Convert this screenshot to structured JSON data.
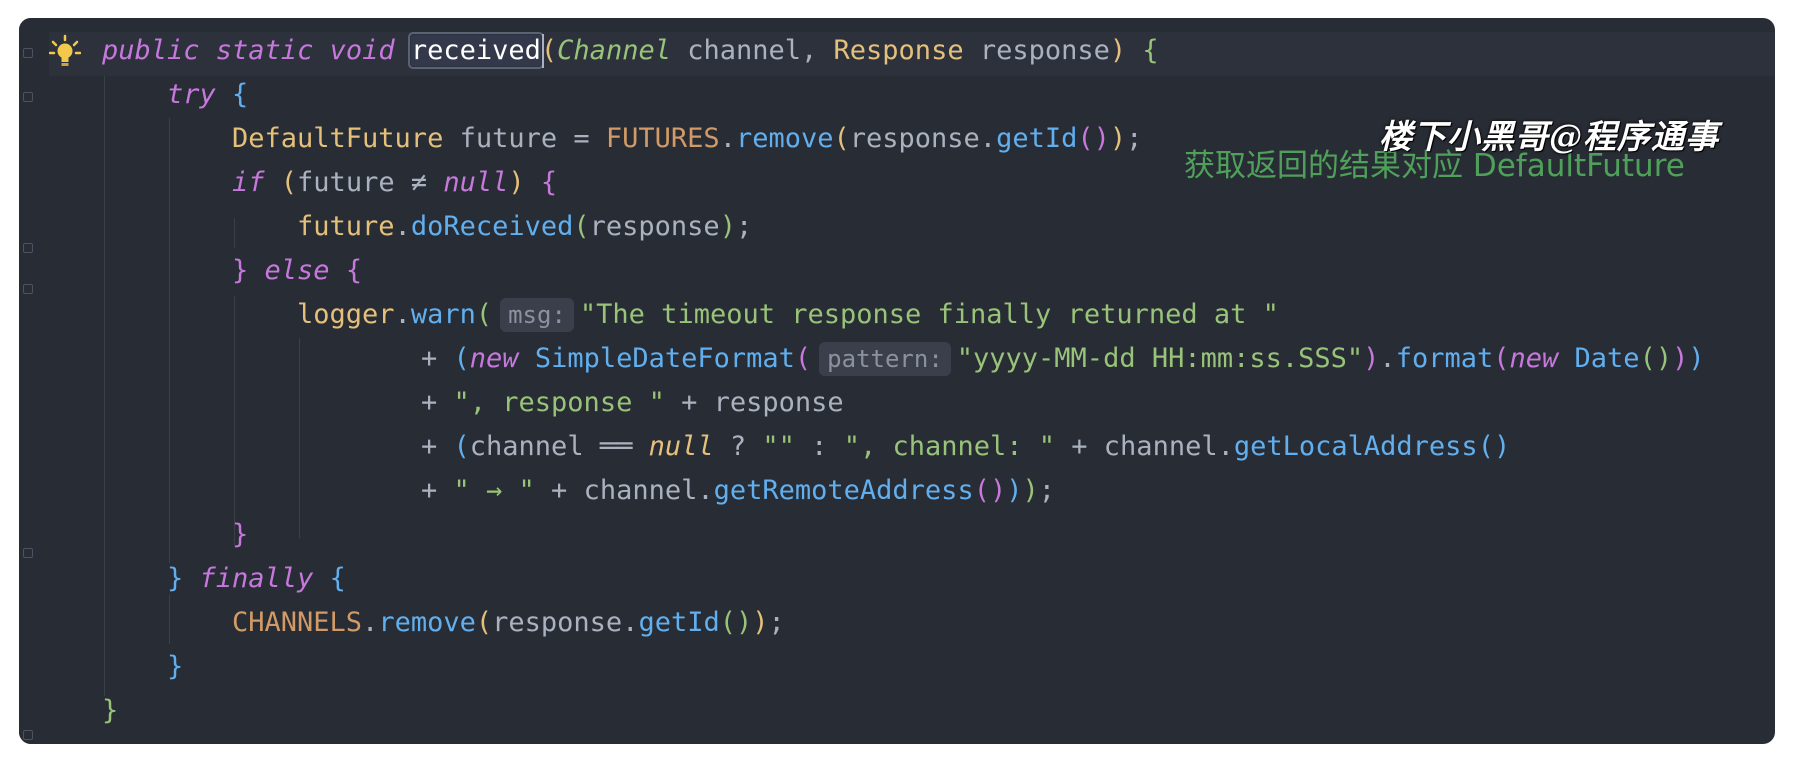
{
  "lines": [
    {
      "tokens": [
        {
          "t": "public static void ",
          "c": "#c678dd",
          "i": true
        },
        {
          "t": "received",
          "c": "#ffffff",
          "sel": true
        },
        {
          "t": "(",
          "c": "#e5c07b"
        },
        {
          "t": "Channel",
          "c": "#98c379",
          "i": true
        },
        {
          "t": " channel, ",
          "c": "#abb2bf"
        },
        {
          "t": "Response",
          "c": "#e5c07b"
        },
        {
          "t": " response",
          "c": "#abb2bf"
        },
        {
          "t": ")",
          "c": "#e5c07b"
        },
        {
          "t": " {",
          "c": "#98c379"
        }
      ]
    },
    {
      "tokens": [
        {
          "t": "try",
          "c": "#c678dd",
          "i": true
        },
        {
          "t": " {",
          "c": "#61afef"
        }
      ]
    },
    {
      "tokens": [
        {
          "t": "DefaultFuture",
          "c": "#e5c07b"
        },
        {
          "t": " future = ",
          "c": "#abb2bf"
        },
        {
          "t": "FUTURES",
          "c": "#d19a66"
        },
        {
          "t": ".",
          "c": "#abb2bf"
        },
        {
          "t": "remove",
          "c": "#61afef"
        },
        {
          "t": "(",
          "c": "#e5c07b"
        },
        {
          "t": "response.",
          "c": "#abb2bf"
        },
        {
          "t": "getId",
          "c": "#61afef"
        },
        {
          "t": "()",
          "c": "#c678dd"
        },
        {
          "t": ")",
          "c": "#e5c07b"
        },
        {
          "t": ";",
          "c": "#abb2bf"
        }
      ]
    },
    {
      "tokens": [
        {
          "t": "if",
          "c": "#c678dd",
          "i": true
        },
        {
          "t": " ",
          "c": "#abb2bf"
        },
        {
          "t": "(",
          "c": "#e5c07b"
        },
        {
          "t": "future ≠ ",
          "c": "#abb2bf"
        },
        {
          "t": "null",
          "c": "#c678dd",
          "i": true
        },
        {
          "t": ")",
          "c": "#e5c07b"
        },
        {
          "t": " {",
          "c": "#c678dd"
        }
      ]
    },
    {
      "tokens": [
        {
          "t": "future",
          "c": "#e5c07b"
        },
        {
          "t": ".",
          "c": "#abb2bf"
        },
        {
          "t": "doReceived",
          "c": "#61afef"
        },
        {
          "t": "(",
          "c": "#98c379"
        },
        {
          "t": "response",
          "c": "#abb2bf"
        },
        {
          "t": ")",
          "c": "#98c379"
        },
        {
          "t": ";",
          "c": "#abb2bf"
        }
      ]
    },
    {
      "tokens": [
        {
          "t": "}",
          "c": "#c678dd"
        },
        {
          "t": " ",
          "c": "#abb2bf"
        },
        {
          "t": "else",
          "c": "#c678dd",
          "i": true
        },
        {
          "t": " {",
          "c": "#c678dd"
        }
      ]
    },
    {
      "tokens": [
        {
          "t": "logger",
          "c": "#e5c07b"
        },
        {
          "t": ".",
          "c": "#abb2bf"
        },
        {
          "t": "warn",
          "c": "#61afef"
        },
        {
          "t": "(",
          "c": "#98c379"
        },
        {
          "t": "msg:",
          "hint": true
        },
        {
          "t": "\"The timeout response finally returned at \"",
          "c": "#98c379"
        }
      ]
    },
    {
      "tokens": [
        {
          "t": "+ ",
          "c": "#abb2bf"
        },
        {
          "t": "(",
          "c": "#61afef"
        },
        {
          "t": "new",
          "c": "#c678dd",
          "i": true
        },
        {
          "t": " SimpleDateFormat",
          "c": "#61afef"
        },
        {
          "t": "(",
          "c": "#c678dd"
        },
        {
          "t": "pattern:",
          "hint": true
        },
        {
          "t": "\"yyyy-MM-dd HH:mm:ss.SSS\"",
          "c": "#98c379"
        },
        {
          "t": ")",
          "c": "#c678dd"
        },
        {
          "t": ".",
          "c": "#abb2bf"
        },
        {
          "t": "format",
          "c": "#61afef"
        },
        {
          "t": "(",
          "c": "#c678dd"
        },
        {
          "t": "new",
          "c": "#c678dd",
          "i": true
        },
        {
          "t": " Date",
          "c": "#61afef"
        },
        {
          "t": "()",
          "c": "#98c379"
        },
        {
          "t": ")",
          "c": "#c678dd"
        },
        {
          "t": ")",
          "c": "#61afef"
        }
      ]
    },
    {
      "tokens": [
        {
          "t": "+ ",
          "c": "#abb2bf"
        },
        {
          "t": "\", response \"",
          "c": "#98c379"
        },
        {
          "t": " + response",
          "c": "#abb2bf"
        }
      ]
    },
    {
      "tokens": [
        {
          "t": "+ ",
          "c": "#abb2bf"
        },
        {
          "t": "(",
          "c": "#61afef"
        },
        {
          "t": "channel ══ ",
          "c": "#abb2bf"
        },
        {
          "t": "null",
          "c": "#e5c07b",
          "i": true
        },
        {
          "t": " ? ",
          "c": "#abb2bf"
        },
        {
          "t": "\"\"",
          "c": "#98c379"
        },
        {
          "t": " : ",
          "c": "#abb2bf"
        },
        {
          "t": "\", channel: \"",
          "c": "#98c379"
        },
        {
          "t": " + channel.",
          "c": "#abb2bf"
        },
        {
          "t": "getLocalAddress",
          "c": "#61afef"
        },
        {
          "t": "()",
          "c": "#61afef"
        }
      ]
    },
    {
      "tokens": [
        {
          "t": "+ ",
          "c": "#abb2bf"
        },
        {
          "t": "\" → \"",
          "c": "#98c379"
        },
        {
          "t": " + channel.",
          "c": "#abb2bf"
        },
        {
          "t": "getRemoteAddress",
          "c": "#61afef"
        },
        {
          "t": "()",
          "c": "#c678dd"
        },
        {
          "t": ")",
          "c": "#61afef"
        },
        {
          "t": ")",
          "c": "#98c379"
        },
        {
          "t": ";",
          "c": "#abb2bf"
        }
      ]
    },
    {
      "tokens": [
        {
          "t": "}",
          "c": "#c678dd"
        }
      ]
    },
    {
      "tokens": [
        {
          "t": "}",
          "c": "#61afef"
        },
        {
          "t": " ",
          "c": "#abb2bf"
        },
        {
          "t": "finally",
          "c": "#c678dd",
          "i": true
        },
        {
          "t": " {",
          "c": "#61afef"
        }
      ]
    },
    {
      "tokens": [
        {
          "t": "CHANNELS",
          "c": "#d19a66"
        },
        {
          "t": ".",
          "c": "#abb2bf"
        },
        {
          "t": "remove",
          "c": "#61afef"
        },
        {
          "t": "(",
          "c": "#e5c07b"
        },
        {
          "t": "response.",
          "c": "#abb2bf"
        },
        {
          "t": "getId",
          "c": "#61afef"
        },
        {
          "t": "()",
          "c": "#98c379"
        },
        {
          "t": ")",
          "c": "#e5c07b"
        },
        {
          "t": ";",
          "c": "#abb2bf"
        }
      ]
    },
    {
      "tokens": [
        {
          "t": "}",
          "c": "#61afef"
        }
      ]
    },
    {
      "tokens": [
        {
          "t": "}",
          "c": "#98c379"
        }
      ]
    }
  ],
  "comment": "获取返回的结果对应 DefaultFuture",
  "watermark": "楼下小黑哥@程序通事",
  "icons": {
    "intention": "lightbulb-icon"
  },
  "theme": {
    "background": "#282c34",
    "comment_color": "#4fa05a"
  }
}
